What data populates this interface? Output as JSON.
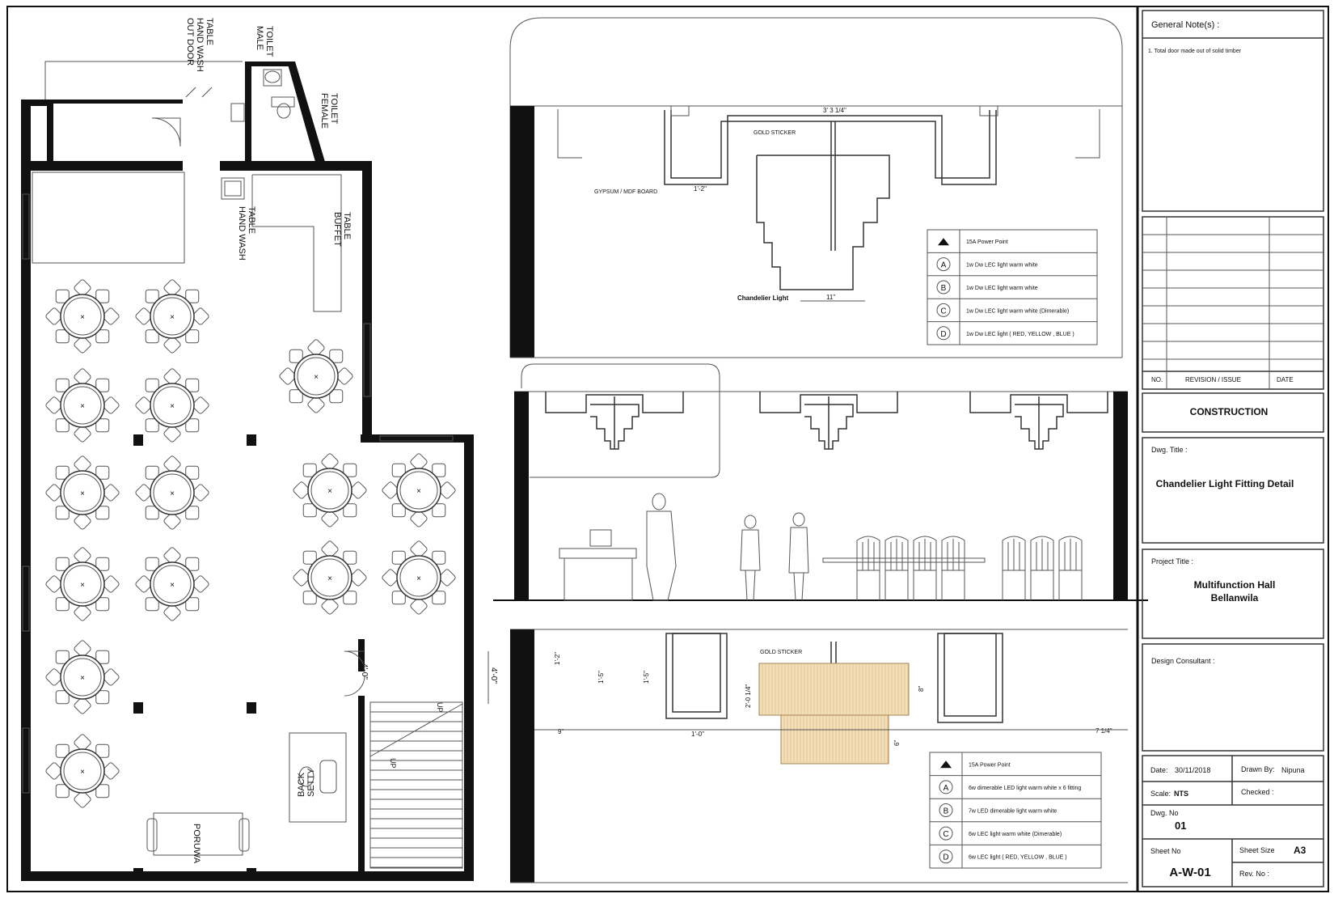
{
  "floor_plan": {
    "labels": {
      "outdoor_hand_wash": [
        "OUT DOOR",
        "HAND WASH",
        "TABLE"
      ],
      "male_toilet": [
        "MALE",
        "TOILET"
      ],
      "female_toilet": [
        "FEMALE",
        "TOILET"
      ],
      "hand_wash_table": [
        "HAND WASH",
        "TABLE"
      ],
      "buffet_table": [
        "BUFFET",
        "TABLE"
      ],
      "setty_back": [
        "SETTY",
        "BACK"
      ],
      "poruwa": "PORUWA",
      "dim_door_1": "4'-0\"",
      "dim_door_2": "4'-0\"",
      "stair_up_1": "UP",
      "stair_up_2": "UP"
    },
    "table_marker": "×"
  },
  "ceiling_plan": {
    "labels": {
      "gold_sticker": "GOLD STICKER",
      "gypsum_board": "GYPSUM / MDF BOARD",
      "chandelier_light": "Chandelier Light",
      "dim_top": "3' 3 1/4\"",
      "dim_left": "1'-2\"",
      "dim_bottom": "11\""
    },
    "legend": [
      {
        "symbol": "power-point",
        "text": "15A Power Point"
      },
      {
        "symbol": "A",
        "text": "1w Dw LEC light warm white"
      },
      {
        "symbol": "B",
        "text": "1w Dw LEC light warm white"
      },
      {
        "symbol": "C",
        "text": "1w Dw LEC light warm white (Dimerable)"
      },
      {
        "symbol": "D",
        "text": "1w Dw LEC light ( RED, YELLOW , BLUE )"
      }
    ]
  },
  "section": {
    "labels": {
      "gold_sticker": "GOLD STICKER",
      "dim_1": "1'-2\"",
      "dim_2": "1'-5\"",
      "dim_3": "1'-5\"",
      "dim_4": "2'-0 1/4\"",
      "dim_5": "1'-0\"",
      "dim_6": "9\"",
      "dim_7": "7 1/4\"",
      "dim_8": "8\"",
      "dim_9": "6\""
    },
    "legend": [
      {
        "symbol": "power-point",
        "text": "15A Power Point"
      },
      {
        "symbol": "A",
        "text": "6w dimerable LED light warm white x 6 fitting"
      },
      {
        "symbol": "B",
        "text": "7w LED dimerable light warm white"
      },
      {
        "symbol": "C",
        "text": "6w LEC light warm white (Dimerable)"
      },
      {
        "symbol": "D",
        "text": "6w LEC light ( RED, YELLOW , BLUE )"
      }
    ],
    "gold_color": "#f3dfb8"
  },
  "title_block": {
    "general_notes_label": "General Note(s) :",
    "notes": [
      "1. Total door made out of solid timber"
    ],
    "revision_headers": {
      "no": "NO.",
      "revision": "REVISION / ISSUE",
      "date": "DATE"
    },
    "status": "CONSTRUCTION",
    "dwg_title_label": "Dwg. Title :",
    "dwg_title": "Chandelier Light Fitting Detail",
    "project_title_label": "Project Title :",
    "project_title_1": "Multifunction Hall",
    "project_title_2": "Bellanwila",
    "design_consultant_label": "Design Consultant  :",
    "date_label": "Date:",
    "date": "30/11/2018",
    "drawn_by_label": "Drawn By:",
    "drawn_by": "Nipuna",
    "scale_label": "Scale:",
    "scale": "NTS",
    "checked_label": "Checked :",
    "dwg_no_label": "Dwg. No",
    "dwg_no": "01",
    "sheet_no_label": "Sheet No",
    "sheet_no": "A-W-01",
    "sheet_size_label": "Sheet Size",
    "sheet_size": "A3",
    "rev_no_label": "Rev. No :"
  }
}
